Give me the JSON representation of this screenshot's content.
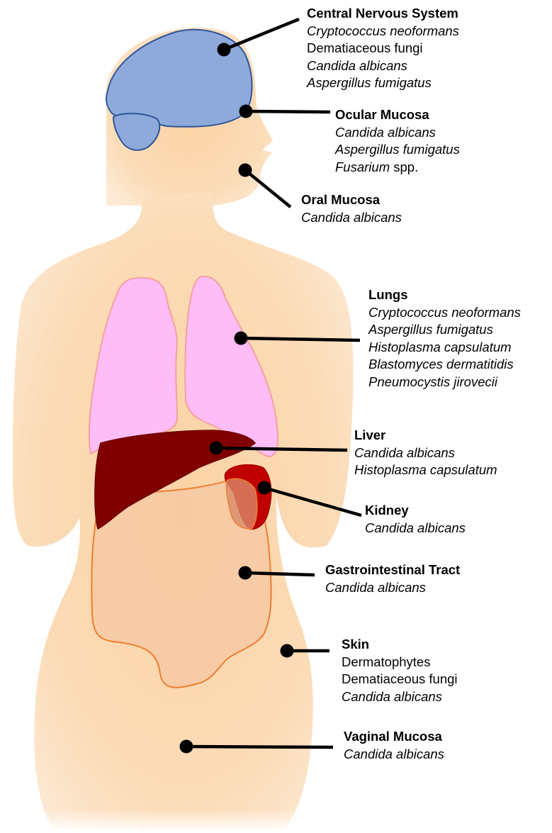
{
  "palette": {
    "skin": "#fbd9b0",
    "brain_fill": "#8eaadb",
    "brain_stroke": "#2f5597",
    "lung_fill": "#ffbdf7",
    "lung_stroke": "#f4a0a0",
    "liver_fill": "#800000",
    "kidney_fill": "#c00000",
    "gi_fill": "#f6c9a3",
    "gi_stroke": "#ee7d31",
    "pointer": "#000000"
  },
  "callouts": [
    {
      "id": "cns",
      "title": "Central Nervous System",
      "lines": [
        {
          "parts": [
            {
              "text": "Cryptococcus neoformans",
              "italic": true
            }
          ]
        },
        {
          "parts": [
            {
              "text": "Dematiaceous fungi",
              "italic": false
            }
          ]
        },
        {
          "parts": [
            {
              "text": "Candida albicans",
              "italic": true
            }
          ]
        },
        {
          "parts": [
            {
              "text": "Aspergillus fumigatus",
              "italic": true
            }
          ]
        }
      ]
    },
    {
      "id": "ocular",
      "title": "Ocular Mucosa",
      "lines": [
        {
          "parts": [
            {
              "text": "Candida albicans",
              "italic": true
            }
          ]
        },
        {
          "parts": [
            {
              "text": "Aspergillus fumigatus",
              "italic": true
            }
          ]
        },
        {
          "parts": [
            {
              "text": "Fusarium",
              "italic": true
            },
            {
              "text": " spp.",
              "italic": false
            }
          ]
        }
      ]
    },
    {
      "id": "oral",
      "title": "Oral Mucosa",
      "lines": [
        {
          "parts": [
            {
              "text": "Candida albicans",
              "italic": true
            }
          ]
        }
      ]
    },
    {
      "id": "lungs",
      "title": "Lungs",
      "lines": [
        {
          "parts": [
            {
              "text": "Cryptococcus neoformans",
              "italic": true
            }
          ]
        },
        {
          "parts": [
            {
              "text": "Aspergillus fumigatus",
              "italic": true
            }
          ]
        },
        {
          "parts": [
            {
              "text": "Histoplasma capsulatum",
              "italic": true
            }
          ]
        },
        {
          "parts": [
            {
              "text": "Blastomyces dermatitidis",
              "italic": true
            }
          ]
        },
        {
          "parts": [
            {
              "text": "Pneumocystis jirovecii",
              "italic": true
            }
          ]
        }
      ]
    },
    {
      "id": "liver",
      "title": "Liver",
      "lines": [
        {
          "parts": [
            {
              "text": "Candida albicans",
              "italic": true
            }
          ]
        },
        {
          "parts": [
            {
              "text": "Histoplasma capsulatum",
              "italic": true
            }
          ]
        }
      ]
    },
    {
      "id": "kidney",
      "title": "Kidney",
      "lines": [
        {
          "parts": [
            {
              "text": "Candida albicans",
              "italic": true
            }
          ]
        }
      ]
    },
    {
      "id": "gi",
      "title": "Gastrointestinal Tract",
      "lines": [
        {
          "parts": [
            {
              "text": "Candida albicans",
              "italic": true
            }
          ]
        }
      ]
    },
    {
      "id": "skin",
      "title": "Skin",
      "lines": [
        {
          "parts": [
            {
              "text": "Dermatophytes",
              "italic": false
            }
          ]
        },
        {
          "parts": [
            {
              "text": "Dematiaceous fungi",
              "italic": false
            }
          ]
        },
        {
          "parts": [
            {
              "text": "Candida albicans",
              "italic": true
            }
          ]
        }
      ]
    },
    {
      "id": "vaginal",
      "title": "Vaginal Mucosa",
      "lines": [
        {
          "parts": [
            {
              "text": "Candida albicans",
              "italic": true
            }
          ]
        }
      ]
    }
  ]
}
